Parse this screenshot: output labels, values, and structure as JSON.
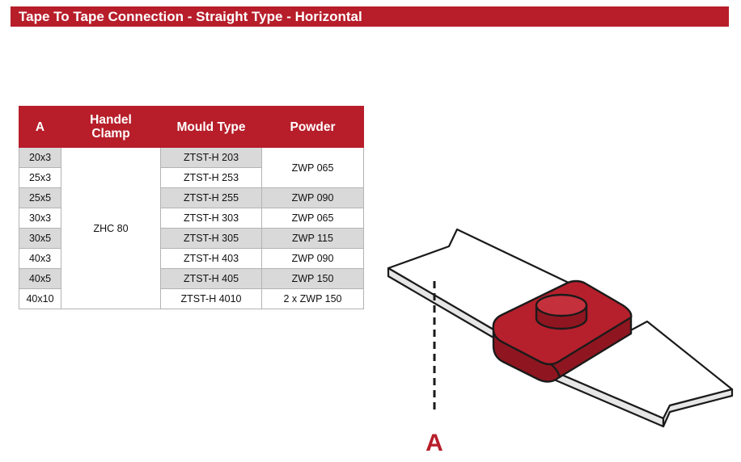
{
  "header": {
    "title": "Tape To Tape Connection - Straight Type - Horizontal"
  },
  "table": {
    "headers": {
      "a": "A",
      "clamp": [
        "Handel",
        "Clamp"
      ],
      "mould": "Mould Type",
      "powder": "Powder"
    },
    "clamp_value": "ZHC 80",
    "rows": [
      {
        "a": "20x3",
        "mould": "ZTST-H 203"
      },
      {
        "a": "25x3",
        "mould": "ZTST-H 253"
      },
      {
        "a": "25x5",
        "mould": "ZTST-H 255",
        "powder": "ZWP 090"
      },
      {
        "a": "30x3",
        "mould": "ZTST-H 303",
        "powder": "ZWP 065"
      },
      {
        "a": "30x5",
        "mould": "ZTST-H 305",
        "powder": "ZWP 115"
      },
      {
        "a": "40x3",
        "mould": "ZTST-H 403",
        "powder": "ZWP 090"
      },
      {
        "a": "40x5",
        "mould": "ZTST-H 405",
        "powder": "ZWP 150"
      },
      {
        "a": "40x10",
        "mould": "ZTST-H 4010",
        "powder": "2 x ZWP 150"
      }
    ],
    "merged_powder": "ZWP 065"
  },
  "illustration": {
    "dimension_label": "A"
  },
  "colors": {
    "brand_red": "#b71e2a",
    "row_shade": "#d9d9d9",
    "connector_red": "#b5202c"
  }
}
